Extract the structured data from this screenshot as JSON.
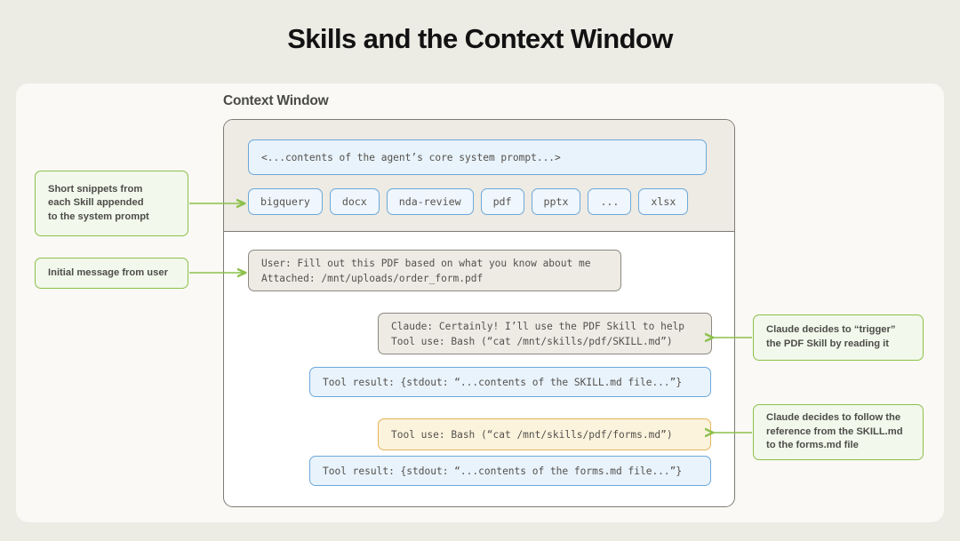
{
  "title": "Skills and the Context Window",
  "context_window": {
    "label": "Context Window",
    "system_prompt_bubble": "<...contents of the agent’s core system prompt...>",
    "skill_chips": [
      {
        "label": "bigquery"
      },
      {
        "label": "docx"
      },
      {
        "label": "nda-review"
      },
      {
        "label": "pdf"
      },
      {
        "label": "pptx"
      },
      {
        "label": "..."
      },
      {
        "label": "xlsx"
      }
    ],
    "messages": [
      {
        "name": "user-message",
        "style": "gray",
        "line1": "User: Fill out this PDF based on what you know about me",
        "line2": "Attached: /mnt/uploads/order_form.pdf"
      },
      {
        "name": "claude-tool-use-skill-md",
        "style": "gray",
        "line1": "Claude: Certainly! I’ll use the PDF Skill to help",
        "line2": "Tool use: Bash (“cat /mnt/skills/pdf/SKILL.md”)"
      },
      {
        "name": "tool-result-skill-md",
        "style": "blue",
        "line1": "Tool result: {stdout: “...contents of the SKILL.md file...”}",
        "line2": ""
      },
      {
        "name": "claude-tool-use-forms-md",
        "style": "orange",
        "line1": "Tool use: Bash (“cat /mnt/skills/pdf/forms.md”)",
        "line2": ""
      },
      {
        "name": "tool-result-forms-md",
        "style": "blue",
        "line1": "Tool result: {stdout: “...contents of the forms.md file...”}",
        "line2": ""
      }
    ]
  },
  "annotations": {
    "left": [
      {
        "name": "note-skill-snippets",
        "lines": [
          "Short snippets from",
          "each Skill appended",
          "to the system prompt"
        ]
      },
      {
        "name": "note-initial-message",
        "lines": [
          "Initial message from user"
        ]
      }
    ],
    "right": [
      {
        "name": "note-trigger-pdf-skill",
        "lines": [
          "Claude decides to “trigger”",
          "the PDF Skill by reading it"
        ]
      },
      {
        "name": "note-follow-reference",
        "lines": [
          "Claude decides to follow the",
          "reference from the SKILL.md",
          "to the forms.md file"
        ]
      }
    ]
  },
  "colors": {
    "page_background": "#ECEBE4",
    "card_background": "#FAF9F5",
    "accent_green": "#8CC04B",
    "accent_blue": "#6CA8DA",
    "accent_orange": "#E3B457",
    "neutral_border": "#7D7B74"
  }
}
